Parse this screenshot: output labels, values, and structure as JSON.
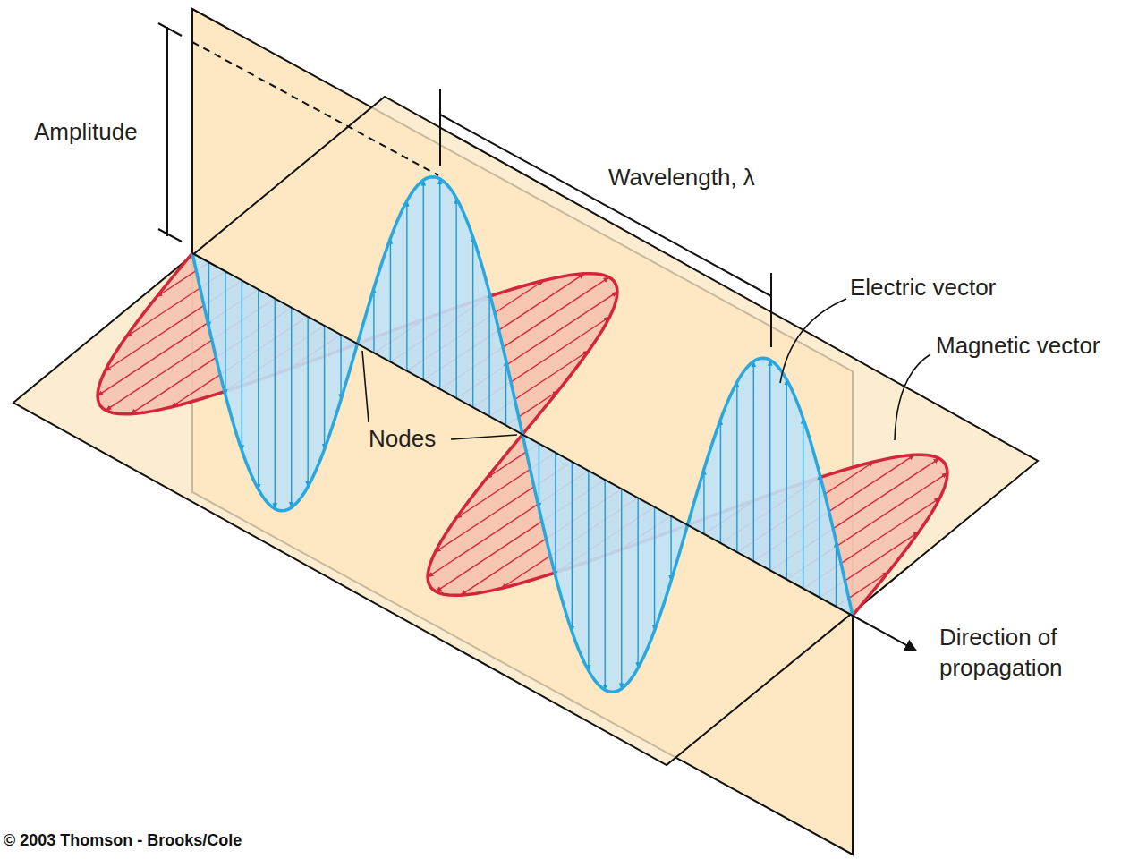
{
  "diagram": {
    "labels": [
      "Amplitude",
      "Wavelength, λ",
      "Electric vector",
      "Magnetic vector",
      "Nodes",
      "Direction of propagation",
      "© 2003 Thomson - Brooks/Cole"
    ]
  }
}
